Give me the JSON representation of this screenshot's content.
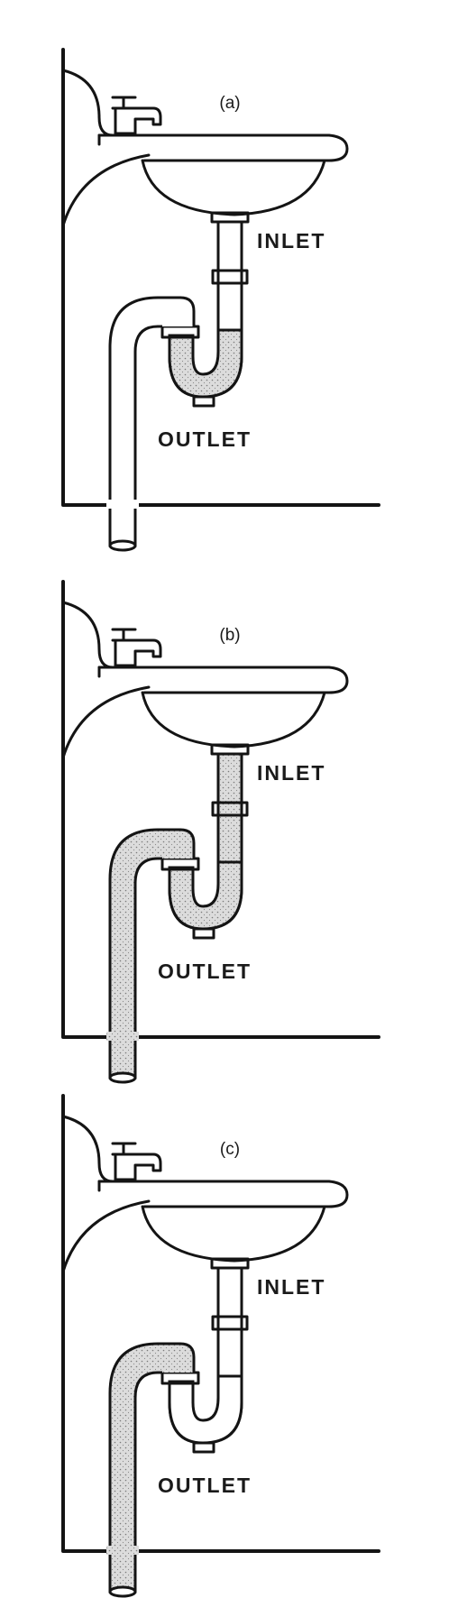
{
  "panels": [
    {
      "id": "a",
      "label": "(a)",
      "inlet_label": "INLET",
      "outlet_label": "OUTLET",
      "water": {
        "trap": true,
        "outlet_vertical_fill": 0
      }
    },
    {
      "id": "b",
      "label": "(b)",
      "inlet_label": "INLET",
      "outlet_label": "OUTLET",
      "water": {
        "trap": true,
        "outlet_vertical_fill": 1
      }
    },
    {
      "id": "c",
      "label": "(c)",
      "inlet_label": "INLET",
      "outlet_label": "OUTLET",
      "water": {
        "trap": false,
        "outlet_vertical_fill": 1
      }
    }
  ],
  "colors": {
    "ink": "#141414",
    "water_fill": "#d9d9d9",
    "background": "#ffffff"
  },
  "icons": [
    "sink-icon",
    "faucet-icon",
    "p-trap-icon"
  ]
}
